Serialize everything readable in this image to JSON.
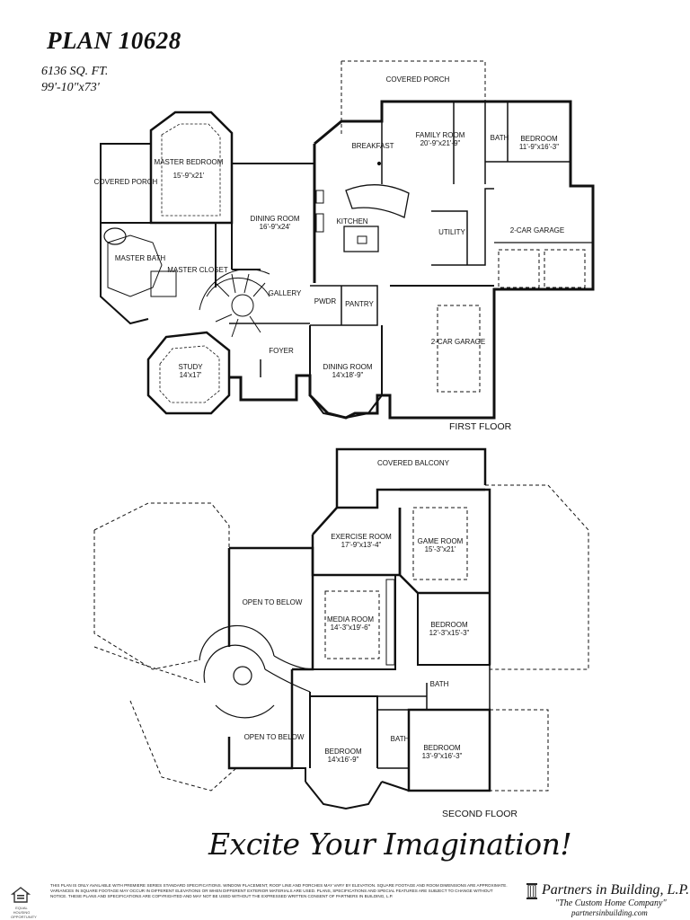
{
  "header": {
    "plan_title": "PLAN 10628",
    "square_feet": "6136 SQ. FT.",
    "dimensions": "99'-10\"x73'"
  },
  "first_floor": {
    "label": "FIRST FLOOR",
    "rooms": {
      "covered_porch_rear": "COVERED PORCH",
      "breakfast": "BREAKFAST",
      "family_room": "FAMILY ROOM",
      "family_room_size": "20'-9\"x21'-9\"",
      "bath": "BATH",
      "bedroom": "BEDROOM",
      "bedroom_size": "11'-9\"x16'-3\"",
      "covered_porch_side": "COVERED PORCH",
      "master_bedroom": "MASTER BEDROOM",
      "master_bedroom_size": "15'-9\"x21'",
      "dining_room": "DINING ROOM",
      "dining_room_size": "16'-9\"x24'",
      "kitchen": "KITCHEN",
      "utility": "UTILITY",
      "garage_2car_right": "2-CAR GARAGE",
      "master_bath": "MASTER BATH",
      "master_closet": "MASTER CLOSET",
      "gallery": "GALLERY",
      "pwdr": "PWDR",
      "pantry": "PANTRY",
      "garage_2car_front": "2-CAR GARAGE",
      "foyer": "FOYER",
      "study": "STUDY",
      "study_size": "14'x17'",
      "dining_room_front": "DINING ROOM",
      "dining_room_front_size": "14'x18'-9\""
    }
  },
  "second_floor": {
    "label": "SECOND FLOOR",
    "rooms": {
      "covered_balcony": "COVERED BALCONY",
      "exercise_room": "EXERCISE ROOM",
      "exercise_room_size": "17'-9\"x13'-4\"",
      "game_room": "GAME ROOM",
      "game_room_size": "15'-3\"x21'",
      "open_to_below_top": "OPEN TO BELOW",
      "media_room": "MEDIA ROOM",
      "media_room_size": "14'-3\"x19'-6\"",
      "bedroom_right": "BEDROOM",
      "bedroom_right_size": "12'-3\"x15'-3\"",
      "bath_upper": "BATH",
      "open_to_below_bottom": "OPEN TO BELOW",
      "bedroom_center": "BEDROOM",
      "bedroom_center_size": "14'x16'-9\"",
      "bath_lower": "BATH",
      "bedroom_lower": "BEDROOM",
      "bedroom_lower_size": "13'-9\"x16'-3\""
    }
  },
  "footer": {
    "slogan": "Excite Your Imagination!",
    "disclaimer": "This plan is only available with Premiere Series standard specifications. Window placement, roof line and porches may vary by elevation. Square footage and room dimensions are approximate. Variances in square footage may occur in different elevations or when different exterior materials are used. Plans, specifications and special features are subject to change without notice. These plans and specifications are copyrighted and may not be used without the expressed written consent of Partners in Building, L.P.",
    "eho_label": "EQUAL HOUSING OPPORTUNITY",
    "company": "Partners in Building, L.P.",
    "tagline": "\"The Custom Home Company\"",
    "website": "partnersinbuilding.com"
  }
}
